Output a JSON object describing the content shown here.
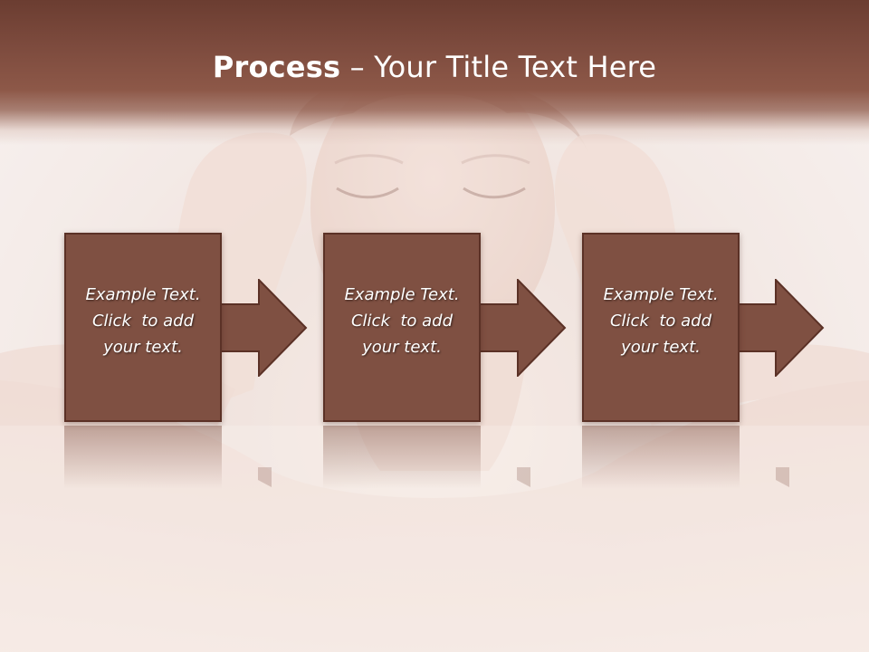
{
  "title": {
    "bold_part": "Process",
    "rest": " – Your Title Text Here"
  },
  "steps": [
    {
      "line1": "Example Text.",
      "line2": "Click  to add",
      "line3": "your text."
    },
    {
      "line1": "Example Text.",
      "line2": "Click  to add",
      "line3": "your text."
    },
    {
      "line1": "Example Text.",
      "line2": "Click  to add",
      "line3": "your text."
    }
  ],
  "colors": {
    "accent": "#7f5042",
    "accent_dark": "#5b3126",
    "title_bar": "#7c4a3d"
  }
}
